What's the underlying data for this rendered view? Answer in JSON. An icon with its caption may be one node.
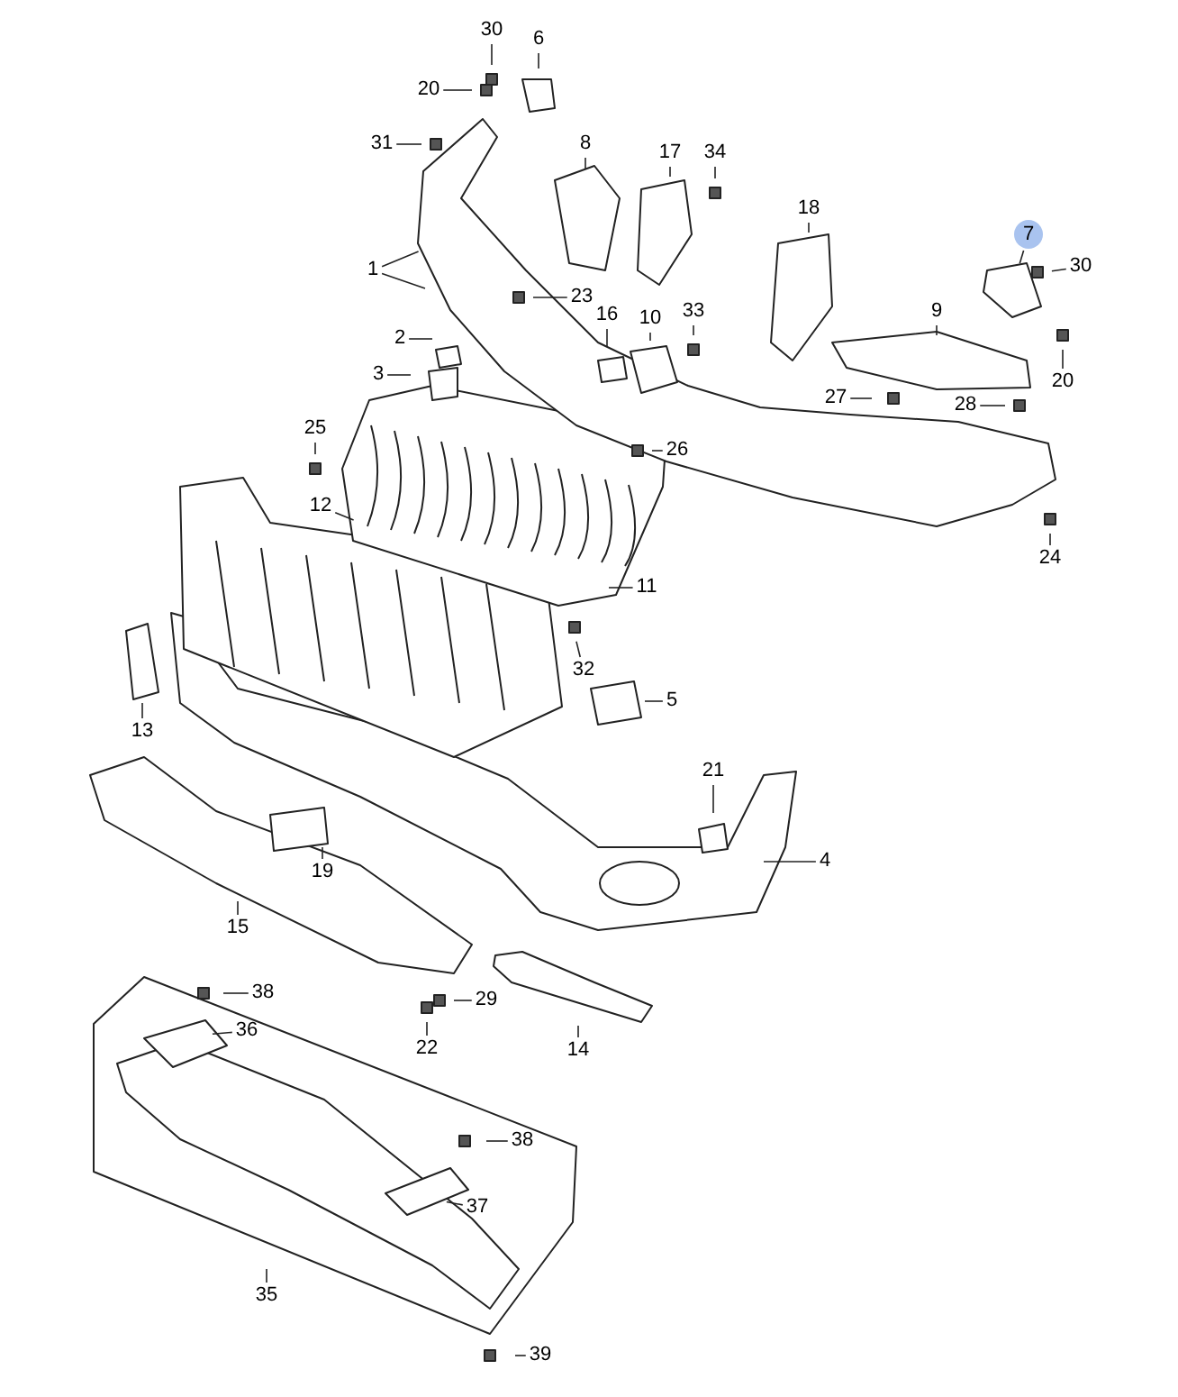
{
  "diagram": {
    "nodes": [
      {
        "text": [
          "30"
        ]
      },
      {
        "text": [
          "6"
        ]
      },
      {
        "text": [
          "20"
        ]
      },
      {
        "text": [
          "31"
        ]
      },
      {
        "text": [
          "8"
        ]
      },
      {
        "text": [
          "17"
        ]
      },
      {
        "text": [
          "34"
        ]
      },
      {
        "text": [
          "1"
        ]
      },
      {
        "text": [
          "23"
        ]
      },
      {
        "text": [
          "18"
        ]
      },
      {
        "text": [
          "7"
        ]
      },
      {
        "text": [
          "30"
        ]
      },
      {
        "text": [
          "16"
        ]
      },
      {
        "text": [
          "10"
        ]
      },
      {
        "text": [
          "33"
        ]
      },
      {
        "text": [
          "2"
        ]
      },
      {
        "text": [
          "3"
        ]
      },
      {
        "text": [
          "9"
        ]
      },
      {
        "text": [
          "20"
        ]
      },
      {
        "text": [
          "27"
        ]
      },
      {
        "text": [
          "28"
        ]
      },
      {
        "text": [
          "25"
        ]
      },
      {
        "text": [
          "26"
        ]
      },
      {
        "text": [
          "12"
        ]
      },
      {
        "text": [
          "11"
        ]
      },
      {
        "text": [
          "24"
        ]
      },
      {
        "text": [
          "32"
        ]
      },
      {
        "text": [
          "5"
        ]
      },
      {
        "text": [
          "13"
        ]
      },
      {
        "text": [
          "21"
        ]
      },
      {
        "text": [
          "4"
        ]
      },
      {
        "text": [
          "19"
        ]
      },
      {
        "text": [
          "15"
        ]
      },
      {
        "text": [
          "38"
        ]
      },
      {
        "text": [
          "29"
        ]
      },
      {
        "text": [
          "36"
        ]
      },
      {
        "text": [
          "22"
        ]
      },
      {
        "text": [
          "14"
        ]
      },
      {
        "text": [
          "38"
        ]
      },
      {
        "text": [
          "37"
        ]
      },
      {
        "text": [
          "35"
        ]
      },
      {
        "text": [
          "39"
        ]
      }
    ],
    "edges": [
      {
        "from": 0,
        "to": null,
        "arrow": "none"
      },
      {
        "from": 1,
        "to": null,
        "arrow": "none"
      },
      {
        "from": 2,
        "to": null,
        "arrow": "none"
      },
      {
        "from": 3,
        "to": null,
        "arrow": "none"
      },
      {
        "from": 4,
        "to": null,
        "arrow": "none"
      },
      {
        "from": 5,
        "to": null,
        "arrow": "none"
      },
      {
        "from": 6,
        "to": null,
        "arrow": "none"
      },
      {
        "from": 7,
        "to": null,
        "arrow": "none"
      },
      {
        "from": 8,
        "to": null,
        "arrow": "none"
      },
      {
        "from": 9,
        "to": null,
        "arrow": "none"
      },
      {
        "from": 10,
        "to": null,
        "arrow": "none"
      },
      {
        "from": 11,
        "to": null,
        "arrow": "none"
      },
      {
        "from": 12,
        "to": null,
        "arrow": "none"
      },
      {
        "from": 13,
        "to": null,
        "arrow": "none"
      },
      {
        "from": 14,
        "to": null,
        "arrow": "none"
      },
      {
        "from": 15,
        "to": null,
        "arrow": "none"
      },
      {
        "from": 16,
        "to": null,
        "arrow": "none"
      },
      {
        "from": 17,
        "to": null,
        "arrow": "none"
      },
      {
        "from": 18,
        "to": null,
        "arrow": "none"
      },
      {
        "from": 19,
        "to": null,
        "arrow": "none"
      },
      {
        "from": 20,
        "to": null,
        "arrow": "none"
      },
      {
        "from": 21,
        "to": null,
        "arrow": "none"
      },
      {
        "from": 22,
        "to": null,
        "arrow": "none"
      },
      {
        "from": 23,
        "to": null,
        "arrow": "none"
      },
      {
        "from": 24,
        "to": null,
        "arrow": "none"
      },
      {
        "from": 25,
        "to": null,
        "arrow": "none"
      },
      {
        "from": 26,
        "to": null,
        "arrow": "none"
      },
      {
        "from": 27,
        "to": null,
        "arrow": "none"
      },
      {
        "from": 28,
        "to": null,
        "arrow": "none"
      },
      {
        "from": 29,
        "to": null,
        "arrow": "none"
      },
      {
        "from": 30,
        "to": null,
        "arrow": "none"
      },
      {
        "from": 31,
        "to": null,
        "arrow": "none"
      },
      {
        "from": 32,
        "to": null,
        "arrow": "none"
      },
      {
        "from": 33,
        "to": null,
        "arrow": "none"
      },
      {
        "from": 34,
        "to": null,
        "arrow": "none"
      },
      {
        "from": 35,
        "to": null,
        "arrow": "none"
      },
      {
        "from": 36,
        "to": null,
        "arrow": "none"
      },
      {
        "from": 37,
        "to": null,
        "arrow": "none"
      },
      {
        "from": 38,
        "to": null,
        "arrow": "none"
      },
      {
        "from": 39,
        "to": null,
        "arrow": "none"
      },
      {
        "from": 40,
        "to": null,
        "arrow": "none"
      },
      {
        "from": 41,
        "to": null,
        "arrow": "none"
      }
    ]
  }
}
